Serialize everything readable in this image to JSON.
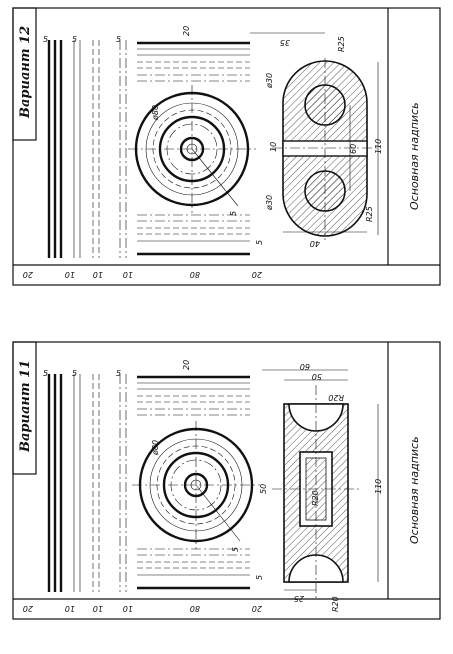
{
  "sheets": [
    {
      "title": "Вариант 12",
      "stamp": "Основная надпись",
      "dims": {
        "top_a": "5",
        "top_b": "5",
        "top_c": "5",
        "top_gap": "20",
        "phi80": "ø80",
        "phi30a": "ø30",
        "phi30b": "ø30",
        "d10": "10",
        "d60": "60",
        "d110": "110",
        "d35": "35",
        "r25a": "R25",
        "r25b": "R25",
        "d40": "40",
        "small5": "5",
        "bot20a": "20",
        "bot10a": "10",
        "bot10b": "10",
        "bot10c": "10",
        "bot80": "80",
        "bot20b": "20",
        "bot5": "5"
      }
    },
    {
      "title": "Вариант 11",
      "stamp": "Основная надпись",
      "dims": {
        "top_a": "5",
        "top_b": "5",
        "top_c": "5",
        "top_gap": "20",
        "phi80": "ø80",
        "d50": "50",
        "d110": "110",
        "d60": "60",
        "d50b": "50",
        "r20a": "R20",
        "r20b": "R20",
        "d25": "25",
        "r20c": "R20",
        "small5": "5",
        "bot20a": "20",
        "bot10a": "10",
        "bot10b": "10",
        "bot10c": "10",
        "bot80": "80",
        "bot20b": "20",
        "bot5": "5"
      }
    }
  ]
}
